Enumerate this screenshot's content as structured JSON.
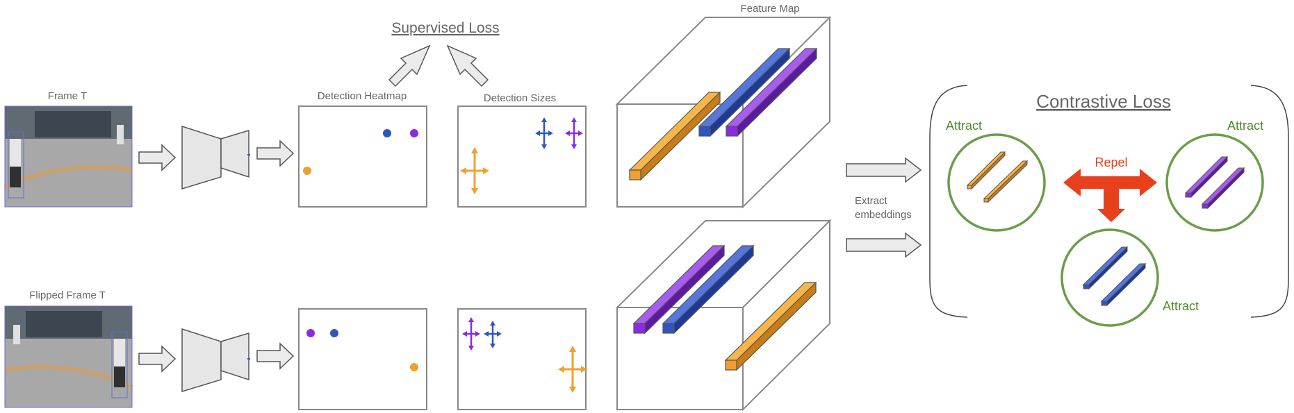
{
  "labels": {
    "frame": "Frame T",
    "flipped_frame": "Flipped Frame T",
    "detection_heatmap": "Detection Heatmap",
    "detection_sizes": "Detection Sizes",
    "supervised_loss": "Supervised Loss",
    "feature_map": "Feature Map",
    "extract_line1": "Extract",
    "extract_line2": "embeddings",
    "contrastive_loss": "Contrastive Loss",
    "attract": "Attract",
    "repel": "Repel"
  },
  "colors": {
    "orange": "#f0a030",
    "blue": "#2f55c0",
    "purple": "#8a2be2",
    "green": "#6a9e4a",
    "red": "#e8401c",
    "gray_line": "#888888"
  }
}
